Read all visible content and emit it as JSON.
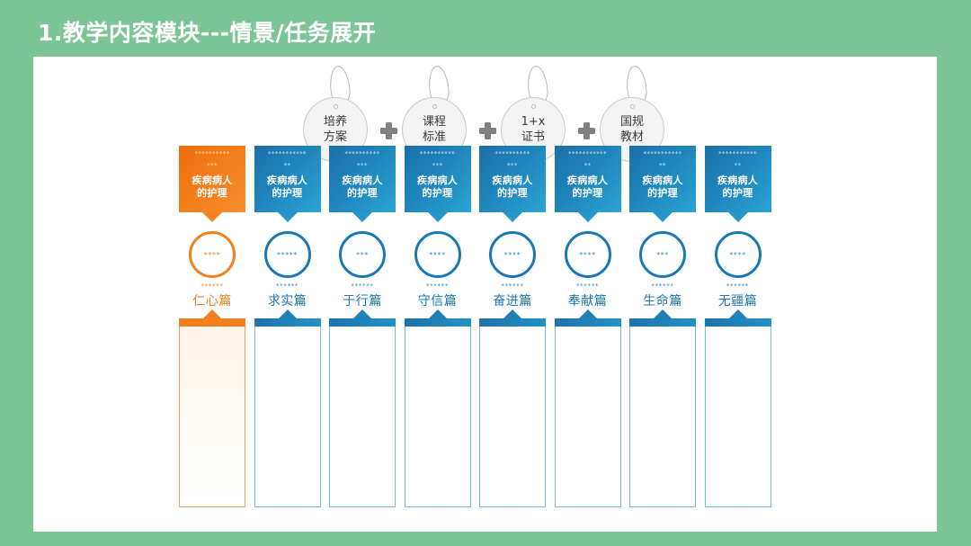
{
  "page": {
    "title": "1.教学内容模块---情景/任务展开",
    "background_color": "#7cc594",
    "card_color": "#ffffff"
  },
  "colors": {
    "accent_orange": "#f4801e",
    "primary_blue": "#1a78b4",
    "light_blue": "#2ba4d4",
    "tag_gray": "#f3f3f3",
    "plus_gray": "#808080"
  },
  "tags": {
    "separator_icon": "plus-icon",
    "items": [
      {
        "line1": "培养",
        "line2": "方案"
      },
      {
        "line1": "课程",
        "line2": "标准"
      },
      {
        "line1": "1+x",
        "line2": "证书"
      },
      {
        "line1": "国规",
        "line2": "教材"
      }
    ]
  },
  "columns": [
    {
      "accent": true,
      "header_stars_line1": "**********",
      "header_stars_line2": "***",
      "header_title_line1": "疾病病人",
      "header_title_line2": "的护理",
      "circle_stars": "****",
      "mini_stars": "******",
      "label": "仁心篇",
      "panel_text": ""
    },
    {
      "accent": false,
      "header_stars_line1": "***********",
      "header_stars_line2": "**",
      "header_title_line1": "疾病病人",
      "header_title_line2": "的护理",
      "circle_stars": "*****",
      "mini_stars": "******",
      "label": "求实篇",
      "panel_text": ""
    },
    {
      "accent": false,
      "header_stars_line1": "**********",
      "header_stars_line2": "***",
      "header_title_line1": "疾病病人",
      "header_title_line2": "的护理",
      "circle_stars": "***",
      "mini_stars": "******",
      "label": "于行篇",
      "panel_text": ""
    },
    {
      "accent": false,
      "header_stars_line1": "**********",
      "header_stars_line2": "***",
      "header_title_line1": "疾病病人",
      "header_title_line2": "的护理",
      "circle_stars": "****",
      "mini_stars": "******",
      "label": "守信篇",
      "panel_text": ""
    },
    {
      "accent": false,
      "header_stars_line1": "**********",
      "header_stars_line2": "***",
      "header_title_line1": "疾病病人",
      "header_title_line2": "的护理",
      "circle_stars": "****",
      "mini_stars": "******",
      "label": "奋进篇",
      "panel_text": ""
    },
    {
      "accent": false,
      "header_stars_line1": "***********",
      "header_stars_line2": "**",
      "header_title_line1": "疾病病人",
      "header_title_line2": "的护理",
      "circle_stars": "****",
      "mini_stars": "******",
      "label": "奉献篇",
      "panel_text": ""
    },
    {
      "accent": false,
      "header_stars_line1": "***********",
      "header_stars_line2": "**",
      "header_title_line1": "疾病病人",
      "header_title_line2": "的护理",
      "circle_stars": "***",
      "mini_stars": "******",
      "label": "生命篇",
      "panel_text": ""
    },
    {
      "accent": false,
      "header_stars_line1": "***********",
      "header_stars_line2": "**",
      "header_title_line1": "疾病病人",
      "header_title_line2": "的护理",
      "circle_stars": "****",
      "mini_stars": "******",
      "label": "无疆篇",
      "panel_text": ""
    }
  ]
}
